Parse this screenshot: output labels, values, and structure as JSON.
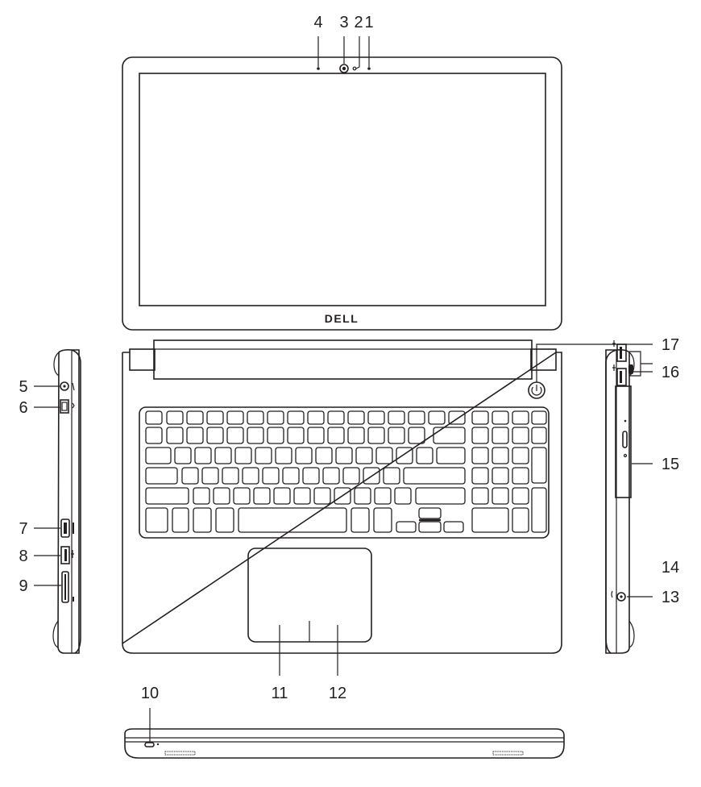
{
  "brand_logo": "DELL",
  "callouts": [
    "1",
    "2",
    "3",
    "4",
    "5",
    "6",
    "7",
    "8",
    "9",
    "10",
    "11",
    "12",
    "13",
    "14",
    "15",
    "16",
    "17"
  ]
}
